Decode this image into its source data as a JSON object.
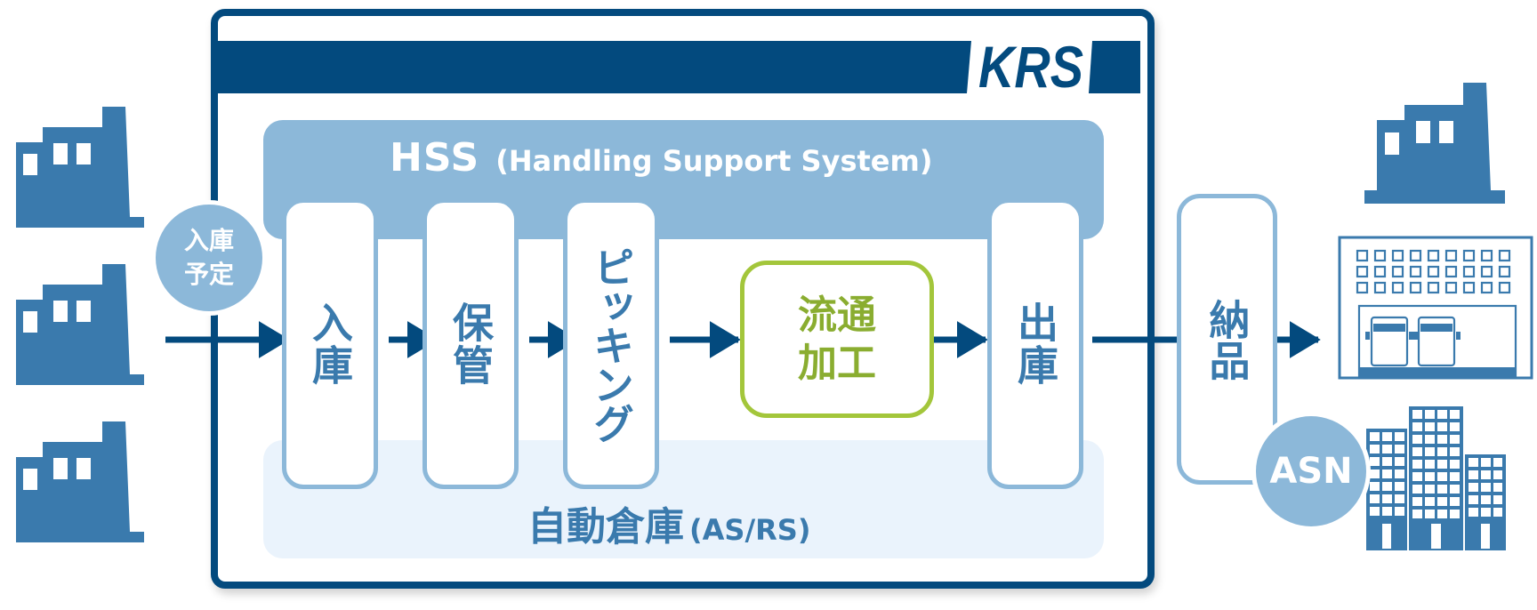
{
  "logo": {
    "text": "KRS",
    "icon": "krs-logo-icon"
  },
  "hss": {
    "abbr": "HSS",
    "full": "(Handling Support System)"
  },
  "asrs": {
    "name": "自動倉庫",
    "abbr": "(AS/RS)"
  },
  "inbound_plan_badge": "入庫予定",
  "stages": [
    {
      "id": "receiving",
      "label": "入庫"
    },
    {
      "id": "storage",
      "label": "保管"
    },
    {
      "id": "picking",
      "label": "ピッキング"
    },
    {
      "id": "processing",
      "label": "流通加工"
    },
    {
      "id": "shipping",
      "label": "出庫"
    }
  ],
  "delivery": {
    "label": "納品",
    "badge": "ASN"
  },
  "sources": [
    {
      "icon": "factory-icon"
    },
    {
      "icon": "factory-icon"
    },
    {
      "icon": "factory-icon"
    }
  ],
  "destinations": [
    {
      "icon": "factory-icon"
    },
    {
      "icon": "distribution-warehouse-icon"
    },
    {
      "icon": "office-buildings-icon"
    }
  ],
  "colors": {
    "navy": "#034a7e",
    "icon_blue": "#3a7aad",
    "light_blue": "#8cb8d9",
    "pale_blue": "#eaf3fc",
    "green_border": "#a3c63b",
    "green_text": "#8aad30"
  }
}
